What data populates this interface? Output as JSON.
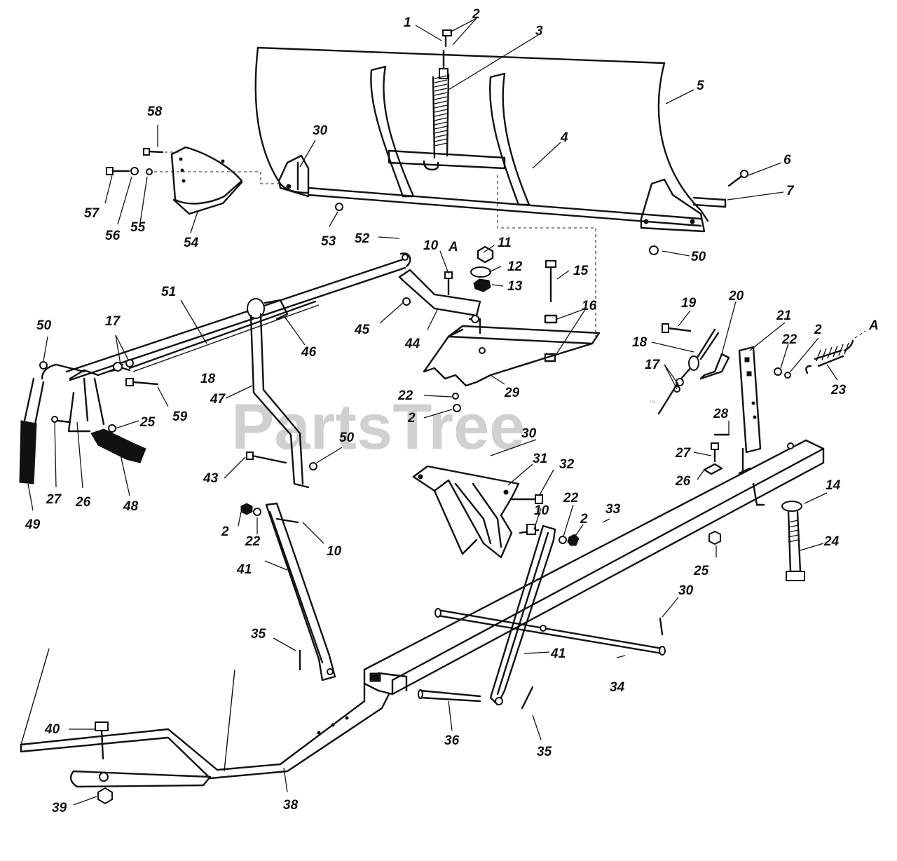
{
  "watermark": {
    "text": "PartsTree",
    "trademark": "™"
  },
  "callouts": [
    {
      "id": "c1",
      "text": "1"
    },
    {
      "id": "c2a",
      "text": "2"
    },
    {
      "id": "c3",
      "text": "3"
    },
    {
      "id": "c4",
      "text": "4"
    },
    {
      "id": "c5",
      "text": "5"
    },
    {
      "id": "c6",
      "text": "6"
    },
    {
      "id": "c7",
      "text": "7"
    },
    {
      "id": "c50a",
      "text": "50"
    },
    {
      "id": "c58",
      "text": "58"
    },
    {
      "id": "c30a",
      "text": "30"
    },
    {
      "id": "c57",
      "text": "57"
    },
    {
      "id": "c56",
      "text": "56"
    },
    {
      "id": "c55",
      "text": "55"
    },
    {
      "id": "c54",
      "text": "54"
    },
    {
      "id": "c53",
      "text": "53"
    },
    {
      "id": "c52",
      "text": "52"
    },
    {
      "id": "c10a",
      "text": "10"
    },
    {
      "id": "cA1",
      "text": "A"
    },
    {
      "id": "c11",
      "text": "11"
    },
    {
      "id": "c12",
      "text": "12"
    },
    {
      "id": "c13",
      "text": "13"
    },
    {
      "id": "c15",
      "text": "15"
    },
    {
      "id": "c16",
      "text": "16"
    },
    {
      "id": "c51",
      "text": "51"
    },
    {
      "id": "c45",
      "text": "45"
    },
    {
      "id": "c44",
      "text": "44"
    },
    {
      "id": "c46",
      "text": "46"
    },
    {
      "id": "c50b",
      "text": "50"
    },
    {
      "id": "c17a",
      "text": "17"
    },
    {
      "id": "c18a",
      "text": "18"
    },
    {
      "id": "c59",
      "text": "59"
    },
    {
      "id": "c47",
      "text": "47"
    },
    {
      "id": "c25a",
      "text": "25"
    },
    {
      "id": "c27a",
      "text": "27"
    },
    {
      "id": "c26a",
      "text": "26"
    },
    {
      "id": "c48",
      "text": "48"
    },
    {
      "id": "c49",
      "text": "49"
    },
    {
      "id": "c43",
      "text": "43"
    },
    {
      "id": "c50c",
      "text": "50"
    },
    {
      "id": "c19",
      "text": "19"
    },
    {
      "id": "c20",
      "text": "20"
    },
    {
      "id": "c21",
      "text": "21"
    },
    {
      "id": "c22a",
      "text": "22"
    },
    {
      "id": "c2b",
      "text": "2"
    },
    {
      "id": "cA2",
      "text": "A"
    },
    {
      "id": "c23",
      "text": "23"
    },
    {
      "id": "c18b",
      "text": "18"
    },
    {
      "id": "c17b",
      "text": "17"
    },
    {
      "id": "c22b",
      "text": "22"
    },
    {
      "id": "c2c",
      "text": "2"
    },
    {
      "id": "c29",
      "text": "29"
    },
    {
      "id": "c28",
      "text": "28"
    },
    {
      "id": "c27b",
      "text": "27"
    },
    {
      "id": "c26b",
      "text": "26"
    },
    {
      "id": "c30b",
      "text": "30"
    },
    {
      "id": "c31",
      "text": "31"
    },
    {
      "id": "c32",
      "text": "32"
    },
    {
      "id": "c10b",
      "text": "10"
    },
    {
      "id": "c22c",
      "text": "22"
    },
    {
      "id": "c2d",
      "text": "2"
    },
    {
      "id": "c14",
      "text": "14"
    },
    {
      "id": "c24",
      "text": "24"
    },
    {
      "id": "c2e",
      "text": "2"
    },
    {
      "id": "c22d",
      "text": "22"
    },
    {
      "id": "c10c",
      "text": "10"
    },
    {
      "id": "c41a",
      "text": "41"
    },
    {
      "id": "c33",
      "text": "33"
    },
    {
      "id": "c25b",
      "text": "25"
    },
    {
      "id": "c30c",
      "text": "30"
    },
    {
      "id": "c35a",
      "text": "35"
    },
    {
      "id": "c41b",
      "text": "41"
    },
    {
      "id": "c34",
      "text": "34"
    },
    {
      "id": "c40",
      "text": "40"
    },
    {
      "id": "c36",
      "text": "36"
    },
    {
      "id": "c35b",
      "text": "35"
    },
    {
      "id": "c38",
      "text": "38"
    },
    {
      "id": "c39",
      "text": "39"
    }
  ]
}
